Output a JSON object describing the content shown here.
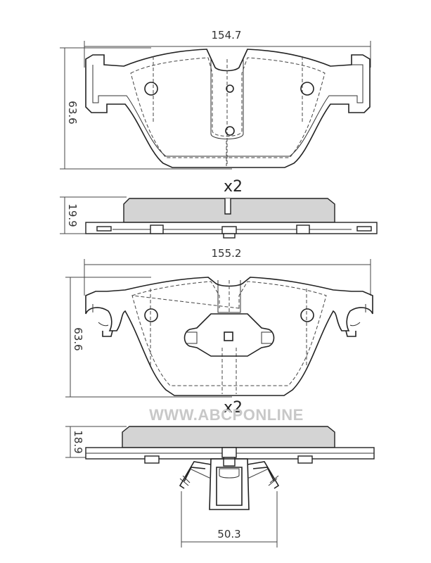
{
  "watermark": "WWW.ABCPONLINE",
  "pad1": {
    "width_dim": "154.7",
    "height_dim": "63.6",
    "thickness_dim": "19.9",
    "quantity": "x2"
  },
  "pad2": {
    "width_dim": "155.2",
    "height_dim": "63.6",
    "thickness_dim": "18.9",
    "quantity": "x2",
    "clip_width_dim": "50.3"
  }
}
